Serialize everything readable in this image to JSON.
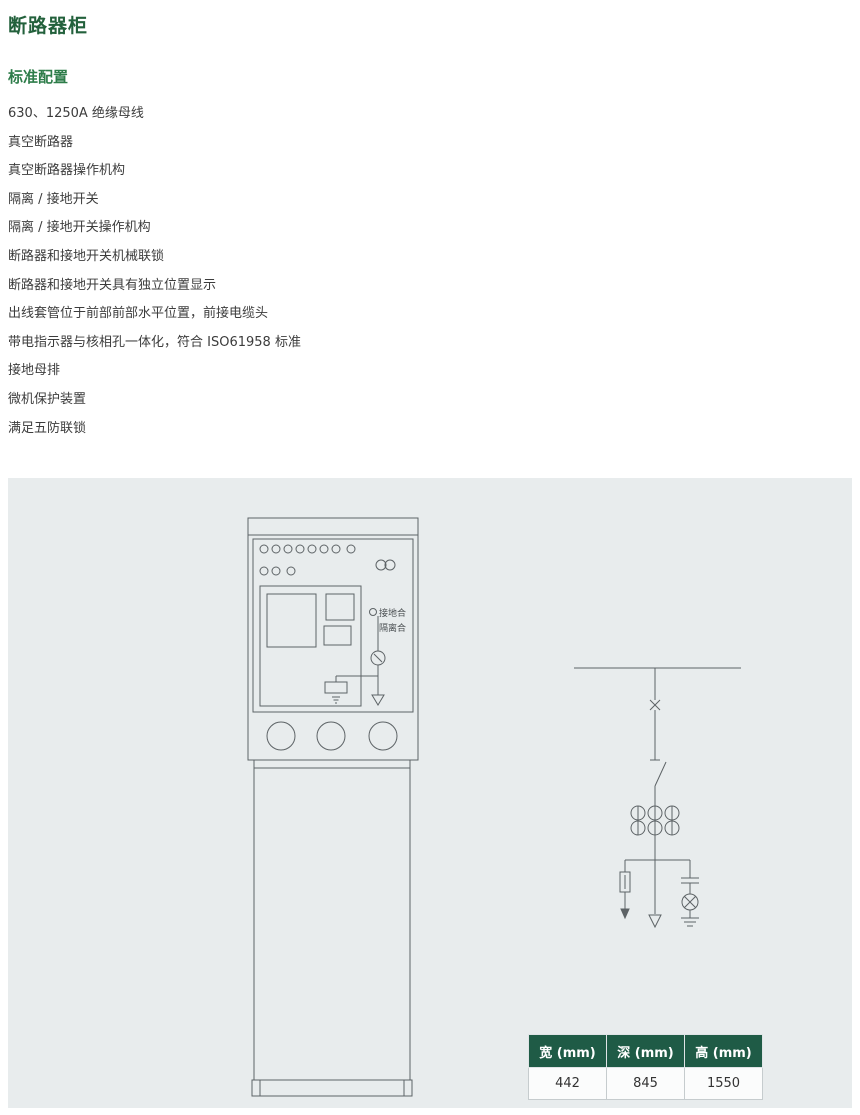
{
  "header": {
    "title": "断路器柜",
    "subtitle": "标准配置"
  },
  "features": [
    "630、1250A 绝缘母线",
    "真空断路器",
    "真空断路器操作机构",
    "隔离 / 接地开关",
    "隔离 / 接地开关操作机构",
    "断路器和接地开关机械联锁",
    "断路器和接地开关具有独立位置显示",
    "出线套管位于前部前部水平位置，前接电缆头",
    "带电指示器与核相孔一体化，符合 ISO61958 标准",
    "接地母排",
    "微机保护装置",
    "满足五防联锁"
  ],
  "cabinet": {
    "labels": {
      "ground_close": "接地合",
      "isolate_close": "隔离合"
    }
  },
  "dimensions": {
    "headers": [
      "宽 (mm)",
      "深 (mm)",
      "高 (mm)"
    ],
    "values": [
      "442",
      "845",
      "1550"
    ]
  },
  "colors": {
    "title_green": "#23613c",
    "subtitle_green": "#2e7d4a",
    "panel_bg": "#e8eced",
    "table_header_bg": "#1f5b46",
    "drawing_line": "#5d6366"
  }
}
